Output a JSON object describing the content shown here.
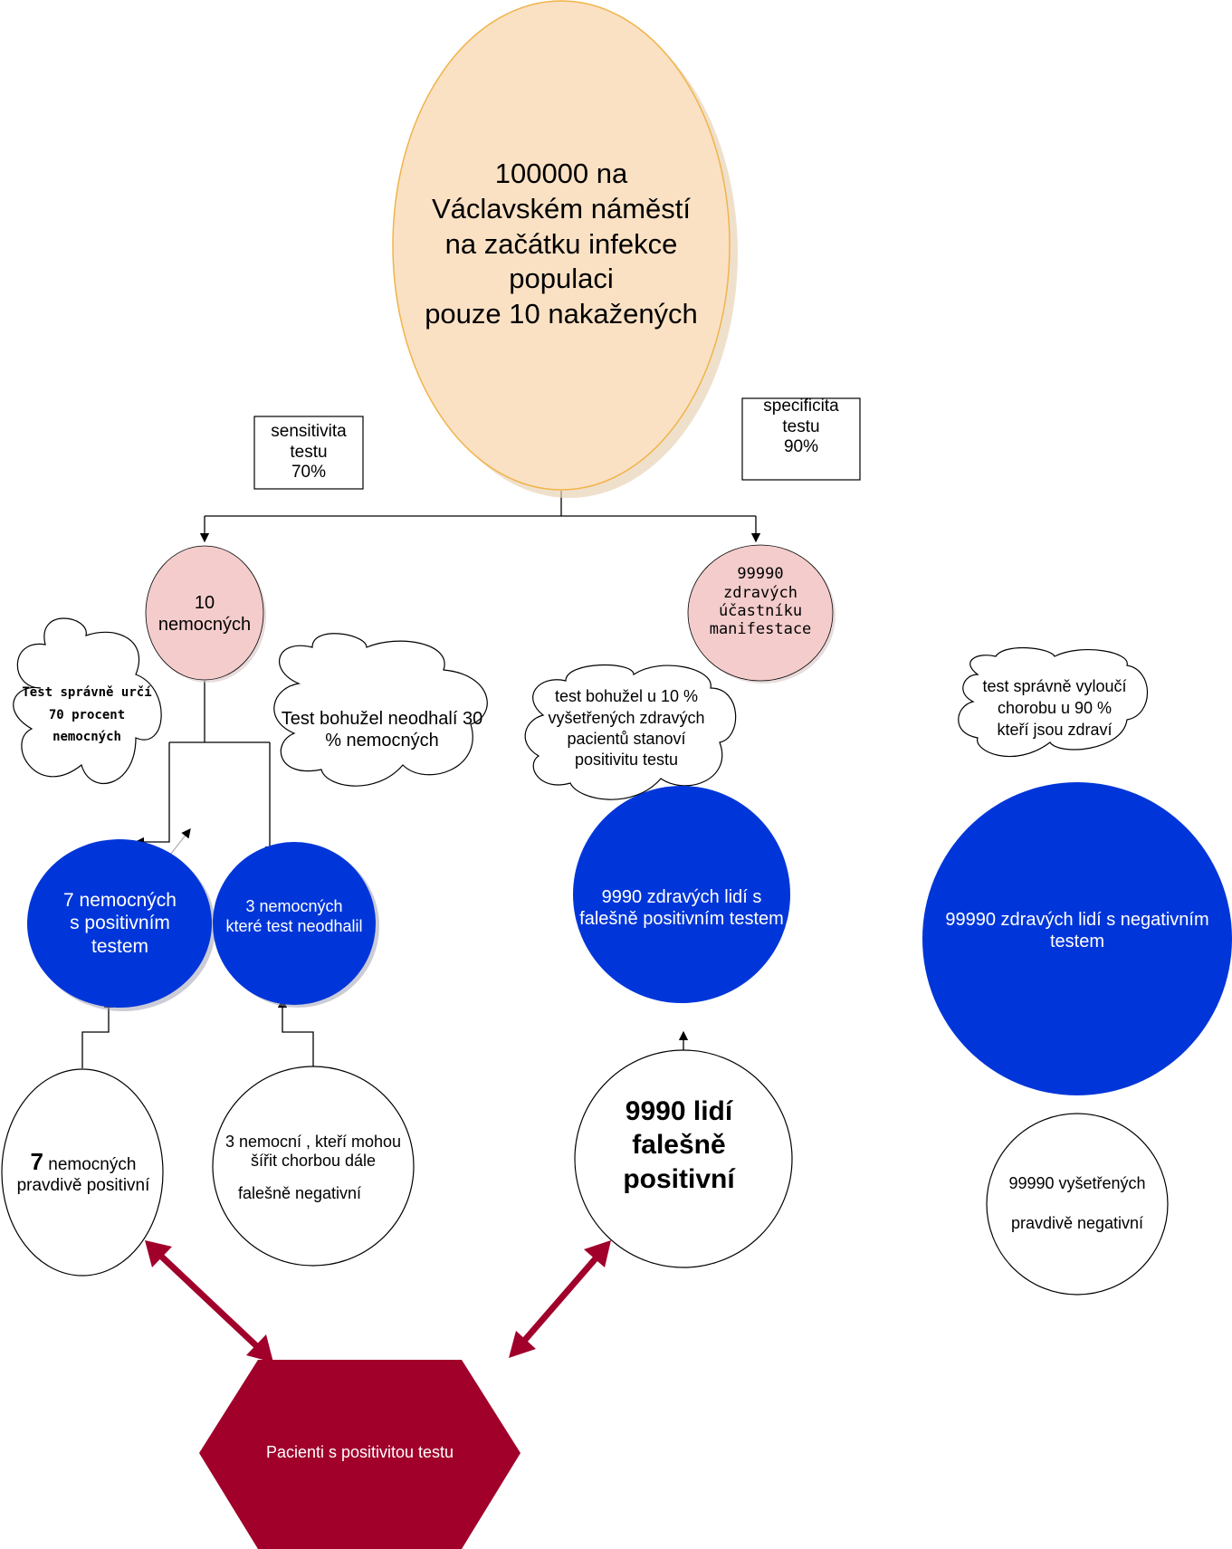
{
  "colors": {
    "top_ellipse_fill": "#fbe1c4",
    "top_ellipse_stroke": "#f0b44a",
    "pink_fill": "#f4cccc",
    "blue_fill": "#0036d9",
    "dark_red": "#a0002a"
  },
  "top": {
    "line1": "100000 na",
    "line2": "Václavském náměstí",
    "line3": "na začátku infekce",
    "line4": "populaci",
    "line5": "pouze 10  nakažených"
  },
  "sensitivity": {
    "line1": "sensitivita",
    "line2": "testu",
    "line3": "70%"
  },
  "specificity": {
    "line1": "specificita",
    "line2": "testu",
    "line3": "90%"
  },
  "sick": {
    "line1": "10",
    "line2": "nemocných"
  },
  "healthy": {
    "line1": "99990",
    "line2": "zdravých",
    "line3": "účastníku",
    "line4": "manifestace"
  },
  "cloud_correct": {
    "line1": "Test správně určí",
    "line2": "70 procent",
    "line3": "nemocných"
  },
  "cloud_miss": {
    "line1": "Test bohužel  neodhalí 30",
    "line2": "%  nemocných"
  },
  "cloud_false_pos": {
    "line1": "test bohužel u 10 %",
    "line2": "vyšetřených  zdravých",
    "line3": "pacientů   stanoví",
    "line4": "positivitu testu"
  },
  "cloud_true_neg": {
    "line1": "test správně   vyloučí",
    "line2": "chorobu  u 90 %",
    "line3": "kteří jsou zdraví"
  },
  "blue_tp": {
    "line1": "7 nemocných",
    "line2": " s positivním",
    "line3": "testem"
  },
  "blue_fn": {
    "line1": "3 nemocných",
    "line2": "které test neodhalil"
  },
  "blue_fp": {
    "line1": "9990 zdravých  lidí s",
    "line2": "falešně positivním testem"
  },
  "blue_tn": {
    "line1": "99990  zdravých lidí s negativním",
    "line2": "testem"
  },
  "white_tp": {
    "num": "7",
    "rest": " nemocných",
    "line2": "pravdivě  positivní"
  },
  "white_fn": {
    "line1": "3 nemocní , kteří mohou",
    "line2": "šířit chorbou dále",
    "line3": "falešně  negativní"
  },
  "white_fp": {
    "line1": "9990 lidí",
    "line2": " falešně",
    "line3": "positivní"
  },
  "white_tn": {
    "line1": "99990 vyšetřených",
    "line2": "pravdivě negativní"
  },
  "hexagon": {
    "label": "Pacienti s positivitou  testu"
  }
}
